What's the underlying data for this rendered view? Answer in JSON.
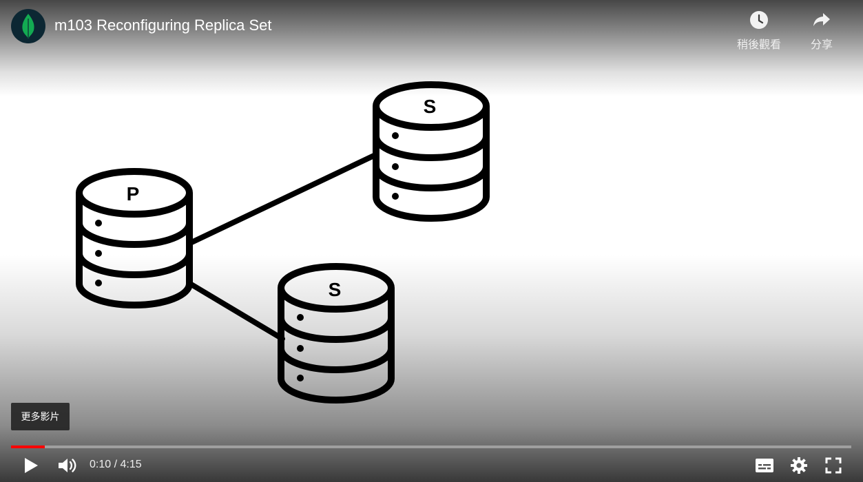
{
  "player": {
    "title": "m103 Reconfiguring Replica Set",
    "watch_later_label": "稍後觀看",
    "share_label": "分享",
    "more_videos_label": "更多影片",
    "current_time": "0:10",
    "time_separator": " / ",
    "duration": "4:15",
    "progress_fraction": 0.04
  },
  "diagram": {
    "nodes": [
      {
        "id": "primary",
        "label": "P"
      },
      {
        "id": "secondary-1",
        "label": "S"
      },
      {
        "id": "secondary-2",
        "label": "S"
      }
    ]
  },
  "icons": {
    "channel": "mongodb-leaf-icon",
    "watch_later": "clock-icon",
    "share": "share-arrow-icon",
    "play": "play-icon",
    "volume": "volume-icon",
    "subtitles": "subtitles-icon",
    "settings": "gear-icon",
    "fullscreen": "fullscreen-icon"
  },
  "colors": {
    "progress": "#ff0000",
    "brand_leaf": "#13aa52",
    "avatar_bg": "#0c2733"
  }
}
